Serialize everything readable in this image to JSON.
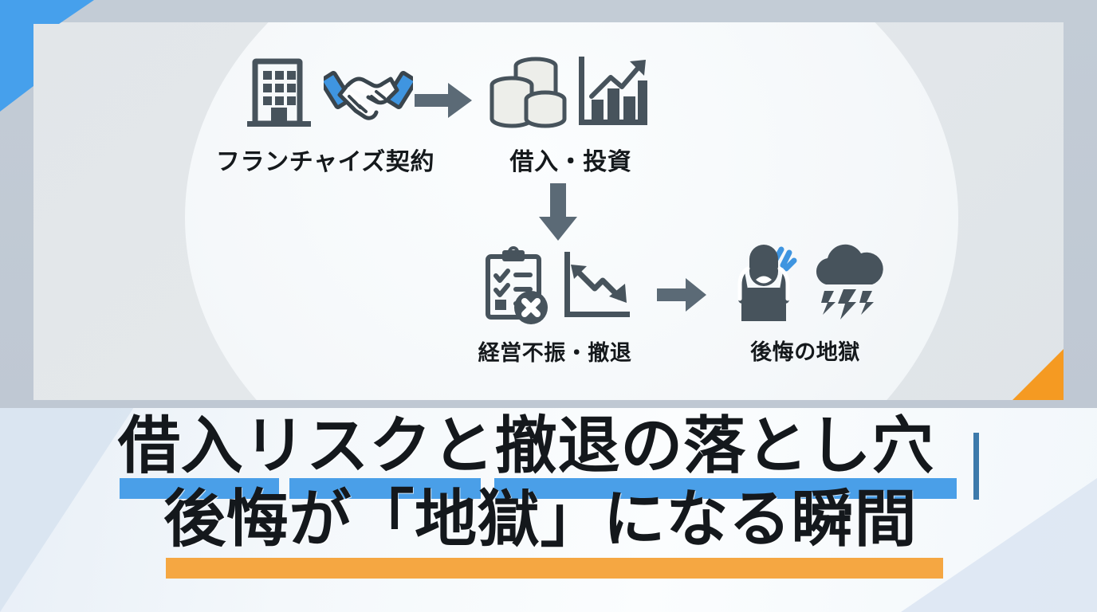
{
  "slide": {
    "title_line_1": "借入リスクと撤退の落とし穴",
    "title_line_2": "後悔が「地獄」になる瞬間"
  },
  "flow": {
    "nodes": [
      {
        "id": "franchise",
        "label": "フランチャイズ契約",
        "icons": [
          "office-building-icon",
          "handshake-icon"
        ]
      },
      {
        "id": "loan",
        "label": "借入・投資",
        "icons": [
          "coin-stacks-icon",
          "growth-bar-chart-icon"
        ]
      },
      {
        "id": "decline",
        "label": "経営不振・撤退",
        "icons": [
          "failed-checklist-icon",
          "declining-chart-icon"
        ]
      },
      {
        "id": "regret",
        "label": "後悔の地獄",
        "icons": [
          "distressed-person-icon",
          "storm-cloud-icon"
        ]
      }
    ],
    "connectors": [
      {
        "id": "arrow-1",
        "icon": "arrow-right-icon"
      },
      {
        "id": "arrow-down",
        "icon": "arrow-down-icon"
      },
      {
        "id": "arrow-2",
        "icon": "arrow-right-icon"
      }
    ]
  },
  "colors": {
    "accent_blue": "#4a9fe8",
    "accent_orange": "#f5a742",
    "corner_blue": "#46a0ec",
    "card_orange": "#f59a22",
    "icon_slate": "#47535c",
    "text_dark": "#14181c",
    "divider_blue": "#3d7aab"
  }
}
